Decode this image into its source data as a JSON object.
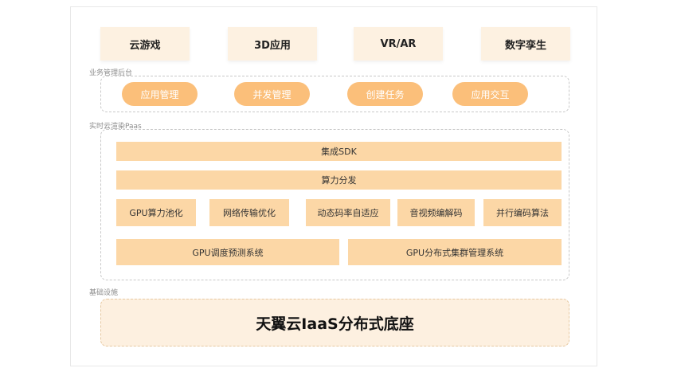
{
  "scenarios": [
    "云游戏",
    "3D应用",
    "VR/AR",
    "数字孪生"
  ],
  "business": {
    "label": "业务管理后台",
    "items": [
      "应用管理",
      "并发管理",
      "创建任务",
      "应用交互"
    ]
  },
  "render": {
    "label": "实时云渲染Paas",
    "sdk": "集成SDK",
    "compute": "算力分发",
    "modules": [
      "GPU算力池化",
      "网络传输优化",
      "动态码率自适应",
      "音视频编解码",
      "并行编码算法"
    ],
    "systems": [
      "GPU调度预测系统",
      "GPU分布式集群管理系统"
    ]
  },
  "infra": {
    "label": "基础设施",
    "title": "天翼云IaaS分布式底座"
  },
  "colors": {
    "pill": "#fbbf7a",
    "block": "#fcd7a6",
    "scenario_bg": "#fdf1e1",
    "infra_bg": "#fdf0e0"
  }
}
